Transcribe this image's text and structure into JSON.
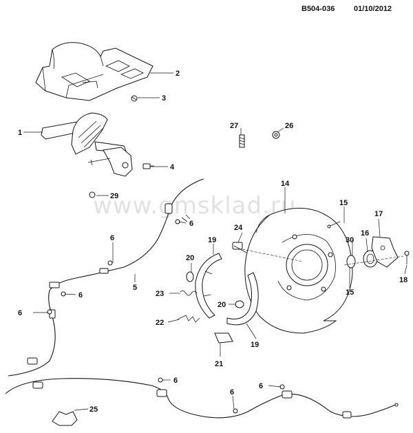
{
  "header": {
    "code": "B504-036",
    "date": "01/10/2012"
  },
  "watermark": "www.gmsklad.ru",
  "callouts": {
    "c1": "1",
    "c2": "2",
    "c3": "3",
    "c4": "4",
    "c5": "5",
    "c6a": "6",
    "c6b": "6",
    "c6c": "6",
    "c6d": "6",
    "c6e": "6",
    "c6f": "6",
    "c6g": "6",
    "c14": "14",
    "c15a": "15",
    "c15b": "15",
    "c16": "16",
    "c17": "17",
    "c18": "18",
    "c19a": "19",
    "c19b": "19",
    "c20a": "20",
    "c20b": "20",
    "c21": "21",
    "c22": "22",
    "c23": "23",
    "c24": "24",
    "c25": "25",
    "c26": "26",
    "c27": "27",
    "c29": "29",
    "c30": "30"
  }
}
